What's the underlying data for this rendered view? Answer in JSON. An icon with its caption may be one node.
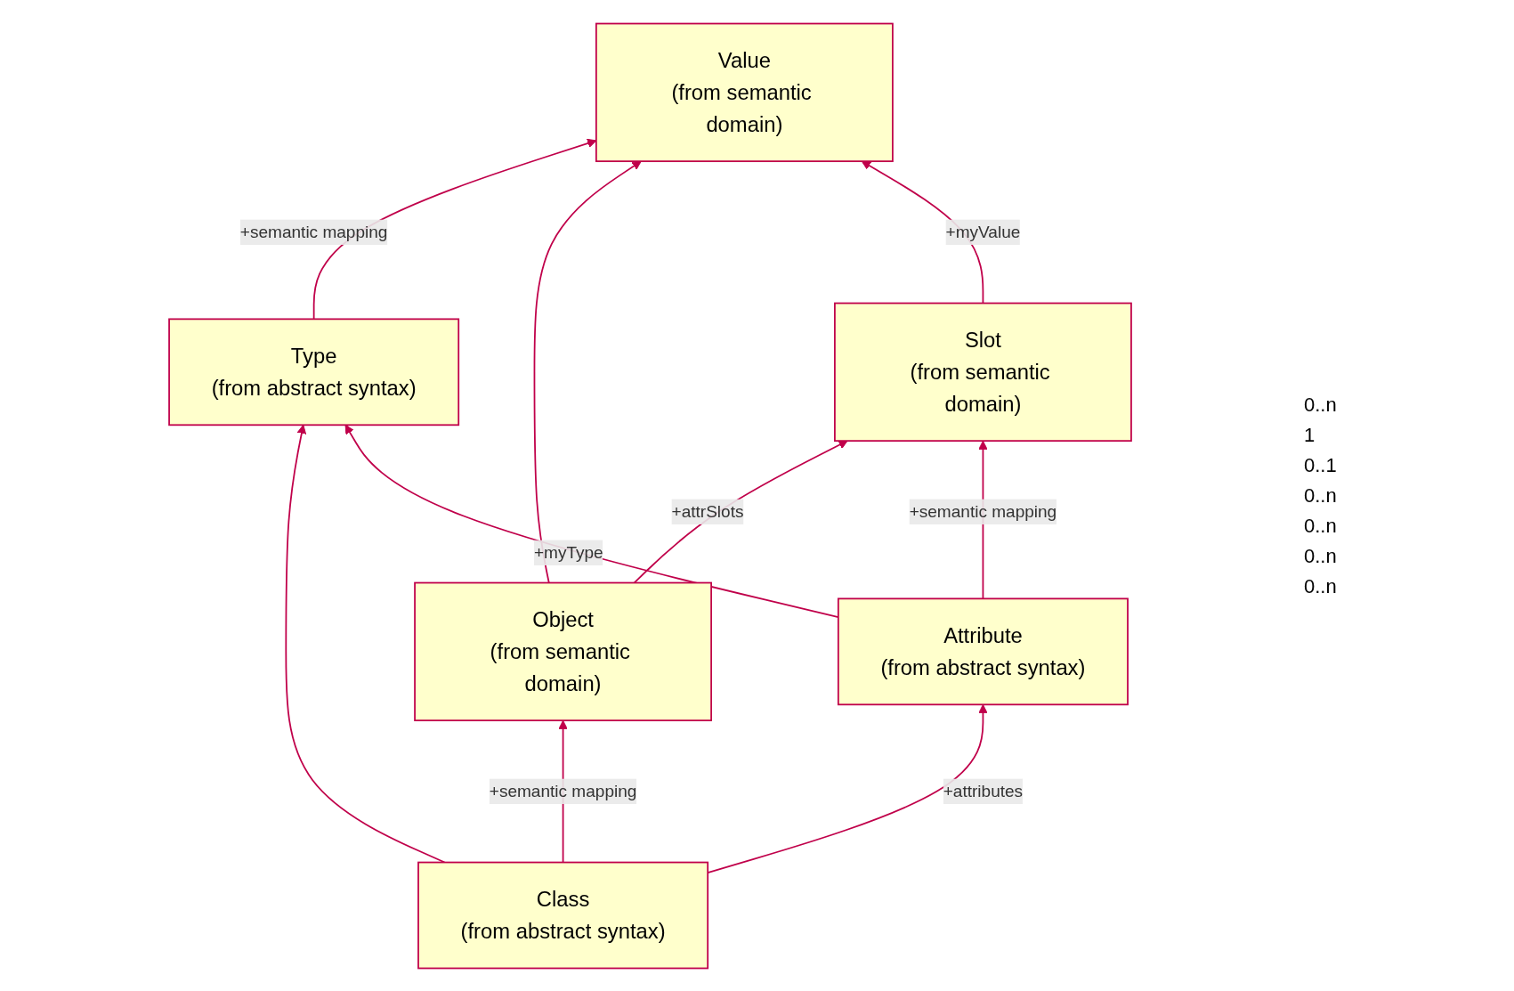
{
  "diagram": {
    "nodes": [
      {
        "text": [
          "Type",
          "(from abstract syntax)"
        ]
      },
      {
        "text": [
          "Value",
          "(from semantic domain)"
        ]
      },
      {
        "text": [
          "Class",
          "(from abstract syntax)"
        ]
      },
      {
        "text": [
          "Object",
          "(from semantic domain)"
        ]
      },
      {
        "text": [
          "Attribute",
          "(from abstract syntax)"
        ]
      },
      {
        "text": [
          "Slot",
          "(from semantic domain)"
        ]
      }
    ],
    "edges": [
      {
        "from": 0,
        "to": 1,
        "arrow": "to",
        "label": "+semantic mapping"
      },
      {
        "from": 2,
        "to": 0,
        "arrow": "to"
      },
      {
        "from": 3,
        "to": 1,
        "arrow": "to"
      },
      {
        "from": 2,
        "to": 3,
        "arrow": "to",
        "label": "+semantic mapping"
      },
      {
        "from": 2,
        "to": 4,
        "arrow": "to",
        "label": "+attributes"
      },
      {
        "from": 3,
        "to": 5,
        "arrow": "to",
        "label": "+attrSlots"
      },
      {
        "from": 4,
        "to": 5,
        "arrow": "to",
        "label": "+semantic mapping"
      },
      {
        "from": 4,
        "to": 0,
        "arrow": "to",
        "label": "+myType"
      },
      {
        "from": 5,
        "to": 1,
        "arrow": "to",
        "label": "+myValue"
      }
    ],
    "labels": [
      "0..n",
      "1",
      "0..1",
      "0..n",
      "0..n",
      "0..n",
      "0..n"
    ]
  }
}
